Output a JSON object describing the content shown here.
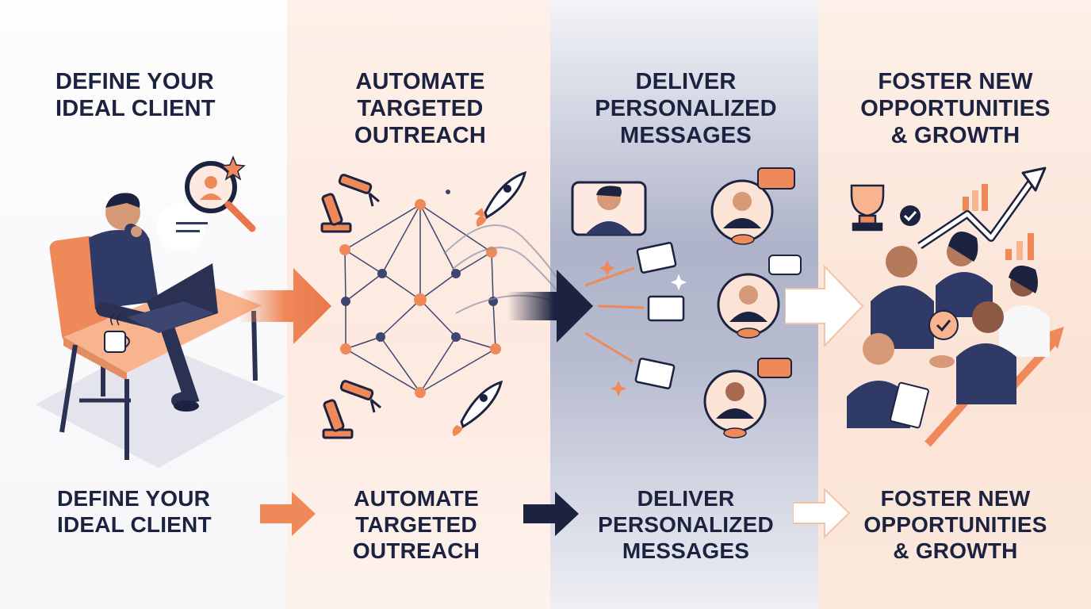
{
  "steps": [
    {
      "title_lines": [
        "DEFINE YOUR",
        "IDEAL CLIENT"
      ]
    },
    {
      "title_lines": [
        "AUTOMATE",
        "TARGETED",
        "OUTREACH"
      ]
    },
    {
      "title_lines": [
        "DELIVER",
        "PERSONALIZED",
        "MESSAGES"
      ]
    },
    {
      "title_lines": [
        "FOSTER NEW",
        "OPPORTUNITIES",
        "& GROWTH"
      ]
    }
  ],
  "colors": {
    "navy": "#1c2340",
    "accent_orange": "#f0895a",
    "peach": "#fbe3d6",
    "slate": "#aeb3c9"
  },
  "icons": [
    "person-at-laptop",
    "magnifier-user-icon",
    "star-icon",
    "robot-arm-icon",
    "network-graph",
    "rocket-icon",
    "envelope-icon",
    "chat-bubble-icon",
    "handshake-icon",
    "trophy-icon",
    "check-icon",
    "growth-chart-icon",
    "business-team"
  ]
}
